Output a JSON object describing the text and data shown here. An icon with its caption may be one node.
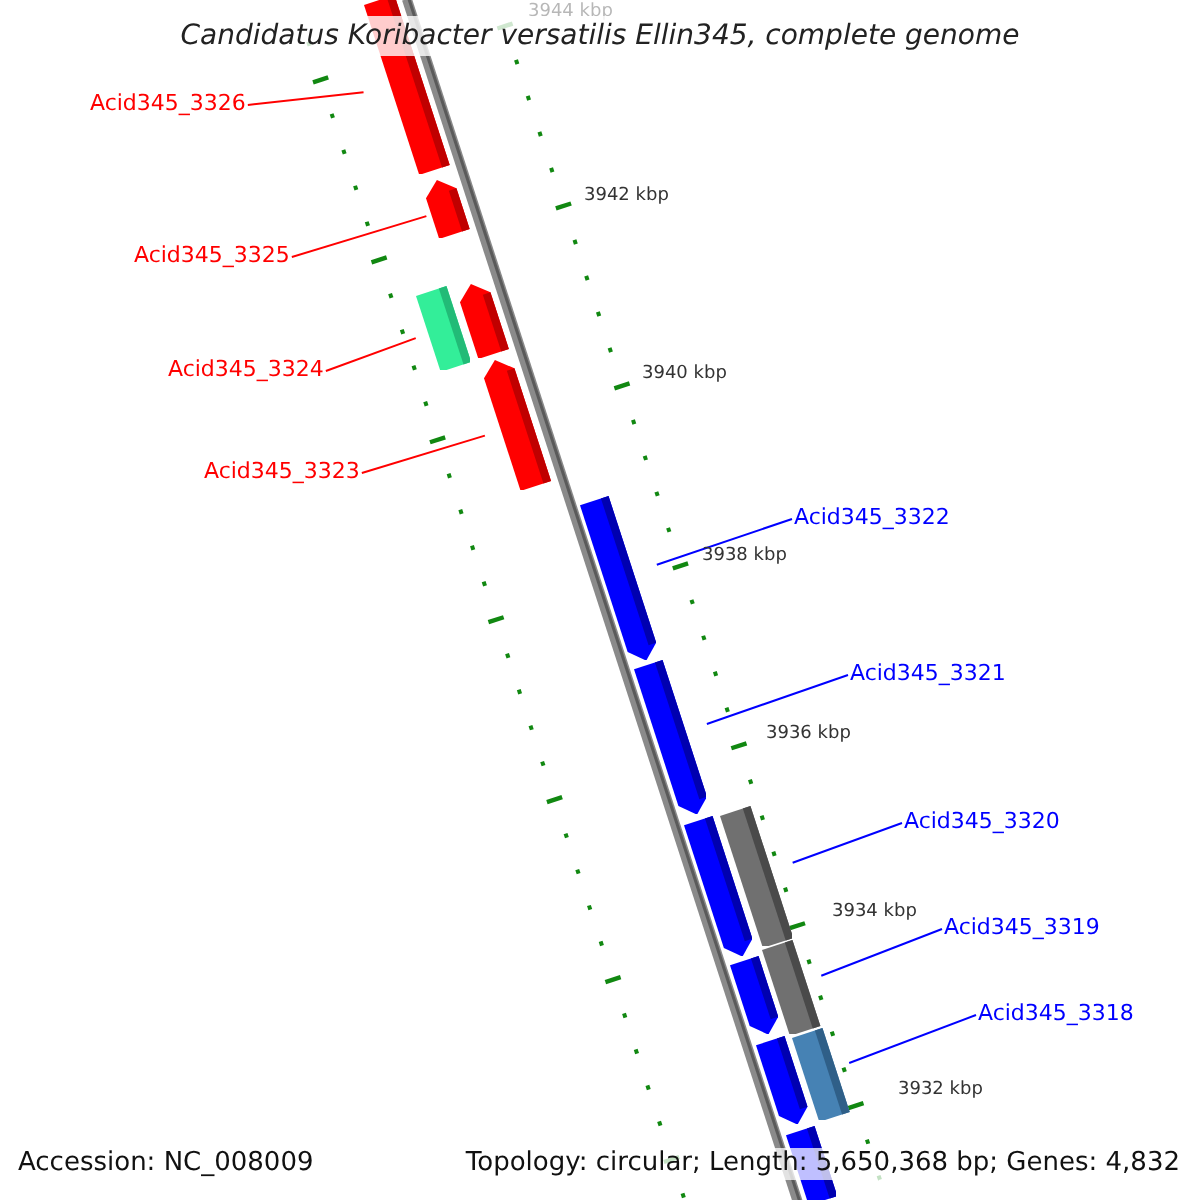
{
  "diagram": {
    "title": "Candidatus Koribacter versatilis Ellin345, complete genome",
    "nodes": [
      {
        "text": [
          "Acid345_3326"
        ]
      },
      {
        "text": [
          "Acid345_3325"
        ]
      },
      {
        "text": [
          "Acid345_3324"
        ]
      },
      {
        "text": [
          "Acid345_3323"
        ]
      },
      {
        "text": [
          "Acid345_3322"
        ]
      },
      {
        "text": [
          "Acid345_3321"
        ]
      },
      {
        "text": [
          "Acid345_3320"
        ]
      },
      {
        "text": [
          "Acid345_3319"
        ]
      },
      {
        "text": [
          "Acid345_3318"
        ]
      },
      {
        "text": [],
        "shape": "bar"
      },
      {
        "text": [],
        "shape": "pentagon"
      },
      {
        "text": [],
        "shape": "pentagon"
      },
      {
        "text": [],
        "shape": "bar"
      },
      {
        "text": [],
        "shape": "pentagon"
      },
      {
        "text": [],
        "shape": "pentagon"
      },
      {
        "text": [],
        "shape": "pentagon"
      },
      {
        "text": [],
        "shape": "bar"
      },
      {
        "text": [],
        "shape": "pentagon"
      },
      {
        "text": [],
        "shape": "bar"
      },
      {
        "text": [],
        "shape": "pentagon"
      },
      {
        "text": [],
        "shape": "bar"
      },
      {
        "text": [],
        "shape": "pentagon"
      },
      {
        "text": [],
        "shape": "bar"
      }
    ],
    "edges": [
      {
        "from": 0,
        "to": 9,
        "arrow": "none",
        "color": "#ff0000"
      },
      {
        "from": 1,
        "to": 10,
        "arrow": "none",
        "color": "#ff0000"
      },
      {
        "from": 2,
        "to": 12,
        "arrow": "none",
        "color": "#ff0000"
      },
      {
        "from": 3,
        "to": 13,
        "arrow": "none",
        "color": "#ff0000"
      },
      {
        "from": 4,
        "to": 14,
        "arrow": "none"
      },
      {
        "from": 5,
        "to": 15,
        "arrow": "none"
      },
      {
        "from": 6,
        "to": 16,
        "arrow": "none"
      },
      {
        "from": 7,
        "to": 18,
        "arrow": "none"
      },
      {
        "from": 8,
        "to": 20,
        "arrow": "none"
      }
    ],
    "labels": [
      "3944 kbp",
      "3942 kbp",
      "3940 kbp",
      "3938 kbp",
      "3936 kbp",
      "3934 kbp",
      "3932 kbp",
      "Accession: NC_008009",
      "Topology: circular; Length: 5,650,368 bp; Genes: 4,832"
    ]
  }
}
